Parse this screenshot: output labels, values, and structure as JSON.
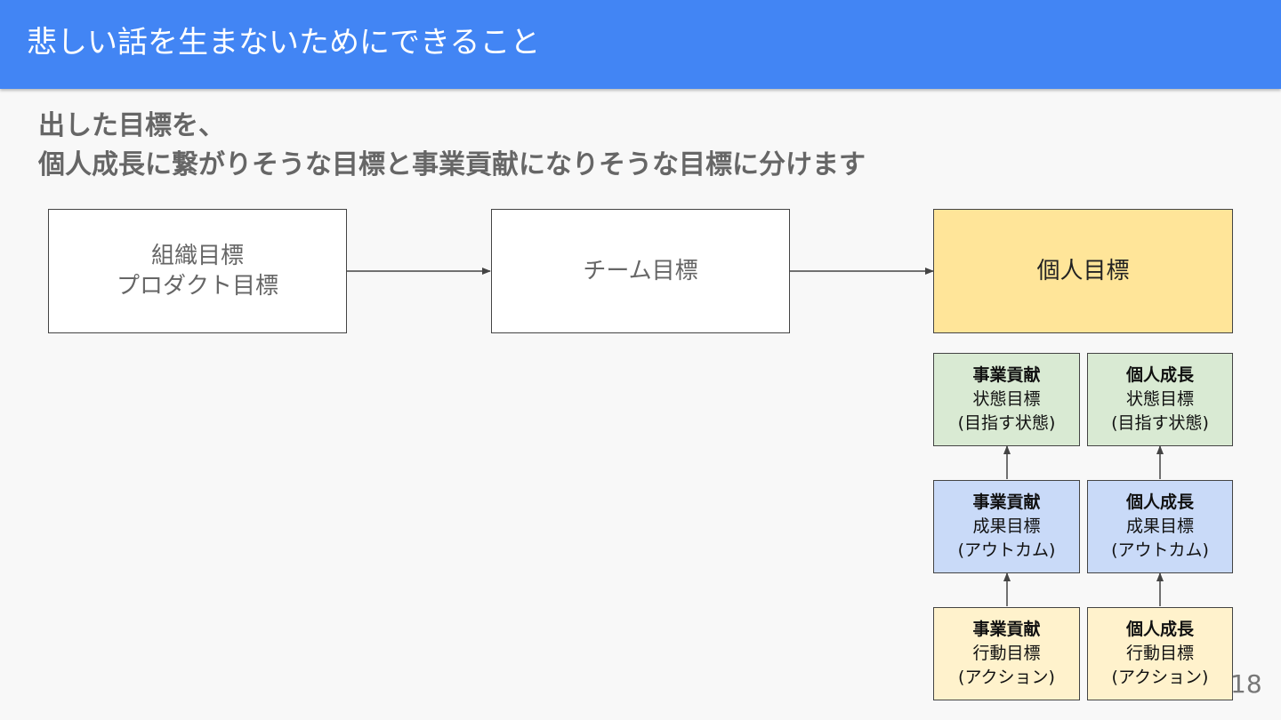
{
  "header": {
    "title": "悲しい話を生まないためにできること"
  },
  "subtitle": {
    "line1": "出した目標を、",
    "line2": "個人成長に繋がりそうな目標と事業貢献になりそうな目標に分けます"
  },
  "flow": {
    "org_goal": {
      "line1": "組織目標",
      "line2": "プロダクト目標"
    },
    "team_goal": {
      "label": "チーム目標"
    },
    "personal_goal": {
      "label": "個人目標"
    }
  },
  "breakdown": {
    "business": {
      "state": {
        "category": "事業貢献",
        "type": "状態目標",
        "note": "(目指す状態)"
      },
      "outcome": {
        "category": "事業貢献",
        "type": "成果目標",
        "note": "(アウトカム)"
      },
      "action": {
        "category": "事業貢献",
        "type": "行動目標",
        "note": "(アクション)"
      }
    },
    "growth": {
      "state": {
        "category": "個人成長",
        "type": "状態目標",
        "note": "(目指す状態)"
      },
      "outcome": {
        "category": "個人成長",
        "type": "成果目標",
        "note": "(アウトカム)"
      },
      "action": {
        "category": "個人成長",
        "type": "行動目標",
        "note": "(アクション)"
      }
    }
  },
  "page_number": "18",
  "colors": {
    "header": "#4285f4",
    "personal_goal": "#ffe599",
    "state_goal": "#d9ead3",
    "outcome_goal": "#c9daf8",
    "action_goal": "#fff2cc"
  }
}
